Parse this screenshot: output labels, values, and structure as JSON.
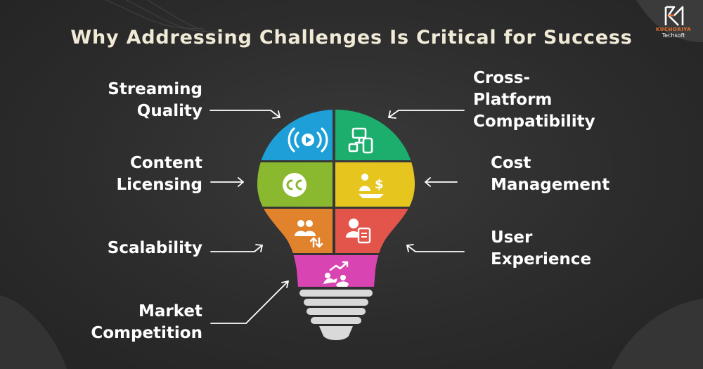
{
  "title": "Why Addressing Challenges Is Critical for Success",
  "brand": {
    "name": "KUCHORIYA",
    "sub": "Techsoft",
    "accent": "#e8702a"
  },
  "labels": {
    "streaming": "Streaming\nQuality",
    "licensing": "Content\nLicensing",
    "scalability": "Scalability",
    "market": "Market\nCompetition",
    "cross": "Cross-\nPlatform\nCompatibility",
    "cost": "Cost\nManagement",
    "user": "User\nExperience"
  },
  "segments": {
    "streaming": {
      "color": "#1e9fd8",
      "icon": "broadcast-icon"
    },
    "cross": {
      "color": "#1cae6d",
      "icon": "devices-icon"
    },
    "licensing": {
      "color": "#8ab82e",
      "icon": "closed-caption-icon"
    },
    "cost": {
      "color": "#e6c51e",
      "icon": "cost-person-dollar-icon"
    },
    "scalability": {
      "color": "#e1832c",
      "icon": "users-scale-icon"
    },
    "user": {
      "color": "#e3554a",
      "icon": "user-document-icon"
    },
    "market": {
      "color": "#d944b3",
      "icon": "market-growth-icon"
    }
  },
  "bulb_base_color": "#d9d9d9"
}
